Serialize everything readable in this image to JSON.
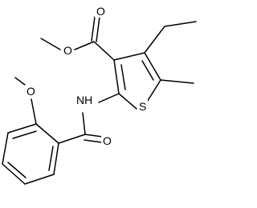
{
  "structure": {
    "atom_labels": {
      "ester_carbonyl_O": "O",
      "ester_ether_O": "O",
      "thiophene_S": "S",
      "amide_NH": "NH",
      "amide_carbonyl_O": "O",
      "methoxy_O": "O"
    }
  },
  "colors": {
    "ink": "#000000",
    "background": "#ffffff"
  }
}
